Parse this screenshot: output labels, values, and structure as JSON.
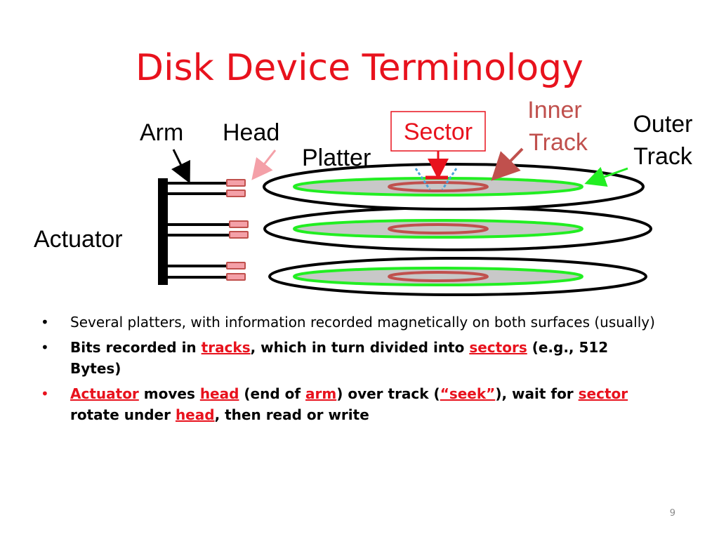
{
  "title": "Disk Device Terminology",
  "diagram": {
    "labels": {
      "arm": "Arm",
      "head": "Head",
      "platter": "Platter",
      "sector": "Sector",
      "inner_track": [
        "Inner",
        "Track"
      ],
      "outer_track": [
        "Outer",
        "Track"
      ],
      "actuator": "Actuator"
    },
    "platter_count": 3,
    "colors": {
      "title": "#e8121d",
      "outer_track": "#22ee22",
      "inner_track": "#c0504d",
      "platter_surface": "#c8c8c8",
      "head": "#f4a0a8",
      "sector_box": "#e8121d",
      "sector_wedge": "#4ba3d8",
      "head_pointer": "#f4a0a8"
    }
  },
  "bullets": [
    {
      "segments": [
        {
          "text": "Several platters, with information recorded magnetically on both surfaces (usually)",
          "style": "plain"
        }
      ]
    },
    {
      "segments": [
        {
          "text": "Bits recorded in ",
          "style": "bold"
        },
        {
          "text": "tracks",
          "style": "hl"
        },
        {
          "text": ", which in turn divided into ",
          "style": "bold"
        },
        {
          "text": "sectors",
          "style": "hl"
        },
        {
          "text": " (e.g., 512 Bytes)",
          "style": "bold"
        }
      ]
    },
    {
      "segments": [
        {
          "text": "Actuator",
          "style": "hl"
        },
        {
          "text": " moves ",
          "style": "bold"
        },
        {
          "text": "head",
          "style": "hl"
        },
        {
          "text": " (end of ",
          "style": "bold"
        },
        {
          "text": "arm",
          "style": "hl"
        },
        {
          "text": ") over track (",
          "style": "bold"
        },
        {
          "text": "“seek”",
          "style": "hl"
        },
        {
          "text": "), wait for ",
          "style": "bold"
        },
        {
          "text": "sector",
          "style": "hl"
        },
        {
          "text": " rotate under ",
          "style": "bold"
        },
        {
          "text": "head",
          "style": "hl"
        },
        {
          "text": ", then read or write",
          "style": "bold"
        }
      ]
    }
  ],
  "page_number": "9"
}
